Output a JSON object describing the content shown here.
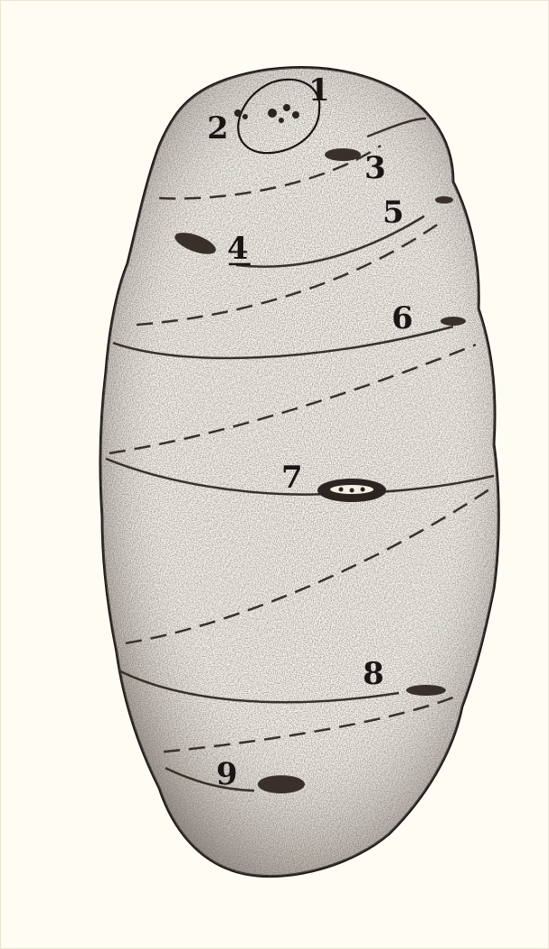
{
  "figure": {
    "labels": [
      {
        "id": "eye-1",
        "text": "1"
      },
      {
        "id": "eye-2",
        "text": "2"
      },
      {
        "id": "eye-3",
        "text": "3"
      },
      {
        "id": "eye-4",
        "text": "4"
      },
      {
        "id": "eye-5",
        "text": "5"
      },
      {
        "id": "eye-6",
        "text": "6"
      },
      {
        "id": "eye-7",
        "text": "7"
      },
      {
        "id": "eye-8",
        "text": "8"
      },
      {
        "id": "eye-9",
        "text": "9"
      }
    ],
    "colors": {
      "background": "#fefcf3",
      "ink": "#1a1614",
      "stipple": "#2b2420"
    }
  }
}
